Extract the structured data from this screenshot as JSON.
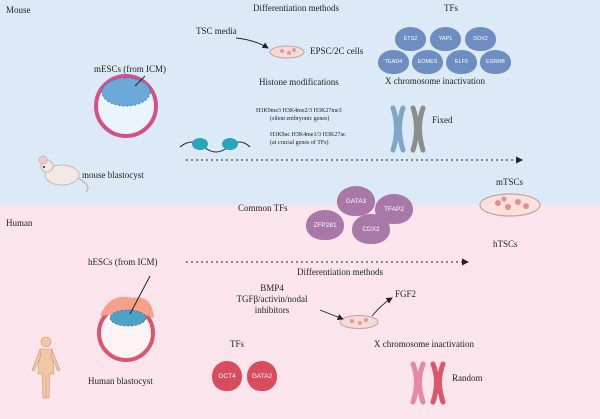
{
  "mouse": {
    "section_label": "Mouse",
    "differentiation_methods": "Differentiation methods",
    "tsc_media": "TSC media",
    "epsc_cells": "EPSC/2C cells",
    "tfs_title": "TFs",
    "tfs": [
      "ETS2",
      "YAP1",
      "SOX2",
      "TEAD4",
      "EOMES",
      "ELF5",
      "ESRRB"
    ],
    "x_inactivation": "X chromosome inactivation",
    "mescs": "mESCs (from ICM)",
    "histone_modifications": "Histone modifications",
    "h3_line1": "H3K9me3 H3K4me2/3 H3K27me3",
    "h3_line2": "(silent embryonic genes)",
    "h3_line3": "H3K9ac H3K4me1/3 H3K27ac",
    "h3_line4": "(at crucial genes of TFs)",
    "fixed": "Fixed",
    "blastocyst": "mouse blastocyst",
    "mtscs": "mTSCs"
  },
  "human": {
    "section_label": "Human",
    "common_tfs_title": "Common TFs",
    "common_tfs": [
      "GATA3",
      "TFAP2",
      "ZFP281",
      "CDX2"
    ],
    "htscs": "hTSCs",
    "hescs": "hESCs (from ICM)",
    "differentiation_methods": "Differentiation methods",
    "bmp4": "BMP4",
    "tgf": "TGFβ/activin/nodal",
    "inhibitors": "inhibitors",
    "fgf2": "FGF2",
    "x_inactivation": "X chromosome inactivation",
    "random": "Random",
    "tfs_title": "TFs",
    "tfs": [
      "OCT4",
      "GATA2"
    ],
    "blastocyst": "Human blastocyst"
  },
  "colors": {
    "mouse_bg": "#dbeaf6",
    "human_bg": "#fbe4ec",
    "mouse_tf": "#6e8dc1",
    "common_tf": "#a778a8",
    "human_tf": "#d94c5e"
  }
}
